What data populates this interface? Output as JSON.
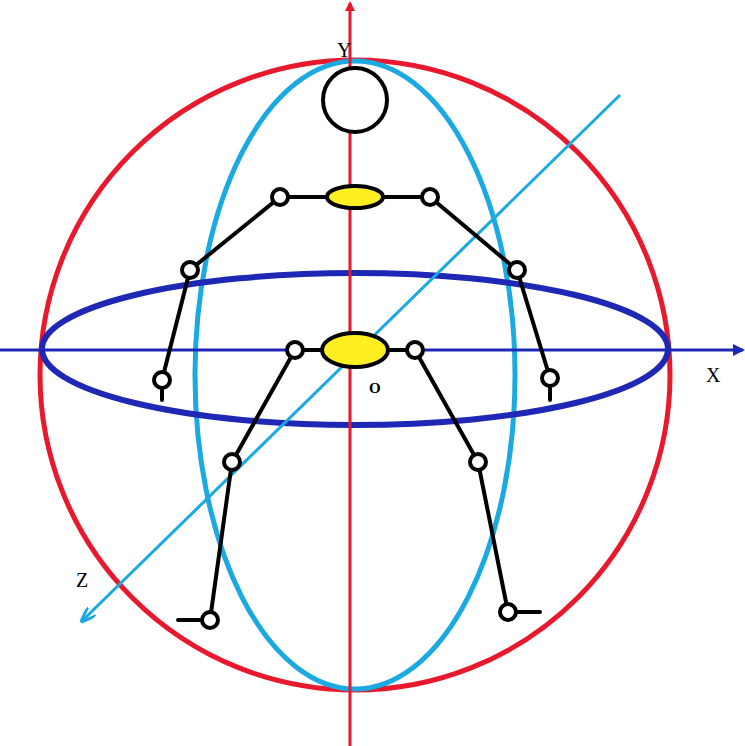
{
  "diagram": {
    "labels": [
      "Y",
      "X",
      "Z",
      "O"
    ]
  }
}
